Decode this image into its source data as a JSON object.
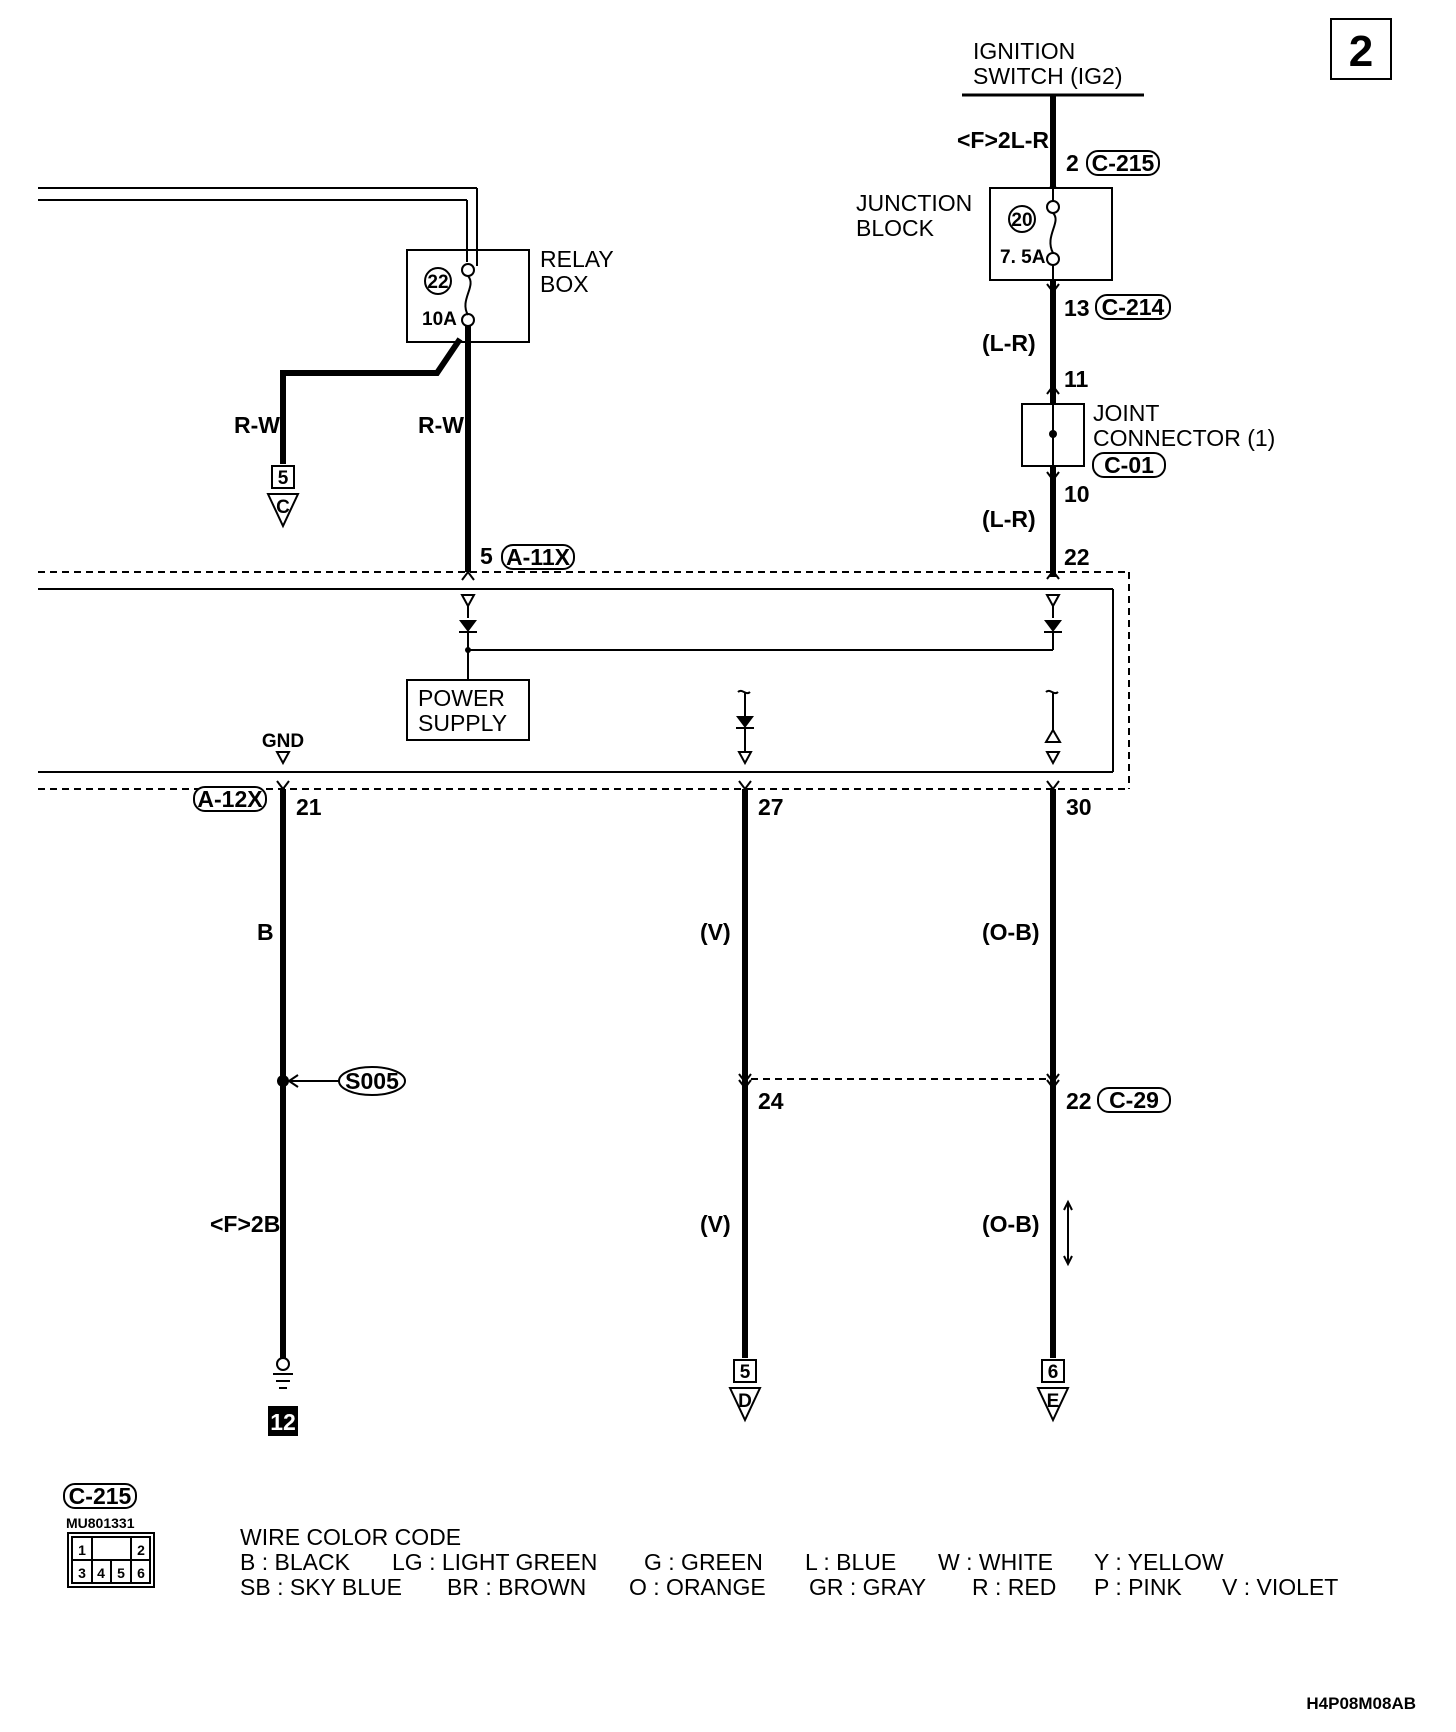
{
  "page_number": "2",
  "components": {
    "ignition_switch": {
      "line1": "IGNITION",
      "line2": "SWITCH (IG2)"
    },
    "junction_block": {
      "line1": "JUNCTION",
      "line2": "BLOCK",
      "fuse_no": "20",
      "fuse_rating": "7. 5A"
    },
    "relay_box": {
      "line1": "RELAY",
      "line2": "BOX",
      "fuse_no": "22",
      "fuse_rating": "10A"
    },
    "joint_connector": {
      "line1": "JOINT",
      "line2": "CONNECTOR (1)",
      "connector": "C-01"
    },
    "power_supply": {
      "line1": "POWER",
      "line2": "SUPPLY"
    },
    "gnd_label": "GND",
    "splice": "S005",
    "ground_no": "12"
  },
  "wires": {
    "ign_feed": "<F>2L-R",
    "relay_left": "R-W",
    "relay_right": "R-W",
    "lr_upper": "(L-R)",
    "lr_lower": "(L-R)",
    "b": "B",
    "f2b": "<F>2B",
    "v_upper": "(V)",
    "v_lower": "(V)",
    "ob_upper": "(O-B)",
    "ob_lower": "(O-B)"
  },
  "pins": {
    "c215_pin": "2",
    "c215": "C-215",
    "c214_pin": "13",
    "c214": "C-214",
    "jc_in": "11",
    "jc_out": "10",
    "a11x_pin": "5",
    "a11x": "A-11X",
    "a11x_pin22": "22",
    "a12x": "A-12X",
    "pin21": "21",
    "pin27": "27",
    "pin30": "30",
    "pin24": "24",
    "pin22b": "22",
    "c29": "C-29"
  },
  "off_page": {
    "c_no": "5",
    "c_letter": "C",
    "d_no": "5",
    "d_letter": "D",
    "e_no": "6",
    "e_letter": "E"
  },
  "connector_view": {
    "label": "C-215",
    "part_no": "MU801331",
    "pins": [
      "1",
      "2",
      "3",
      "4",
      "5",
      "6"
    ]
  },
  "legend": {
    "title": "WIRE COLOR CODE",
    "row1": [
      "B : BLACK",
      "LG : LIGHT GREEN",
      "G : GREEN",
      "L : BLUE",
      "W : WHITE",
      "Y : YELLOW"
    ],
    "row2": [
      "SB : SKY BLUE",
      "BR : BROWN",
      "O : ORANGE",
      "GR : GRAY",
      "R : RED",
      "P : PINK",
      "V : VIOLET"
    ]
  },
  "figure_code": "H4P08M08AB"
}
